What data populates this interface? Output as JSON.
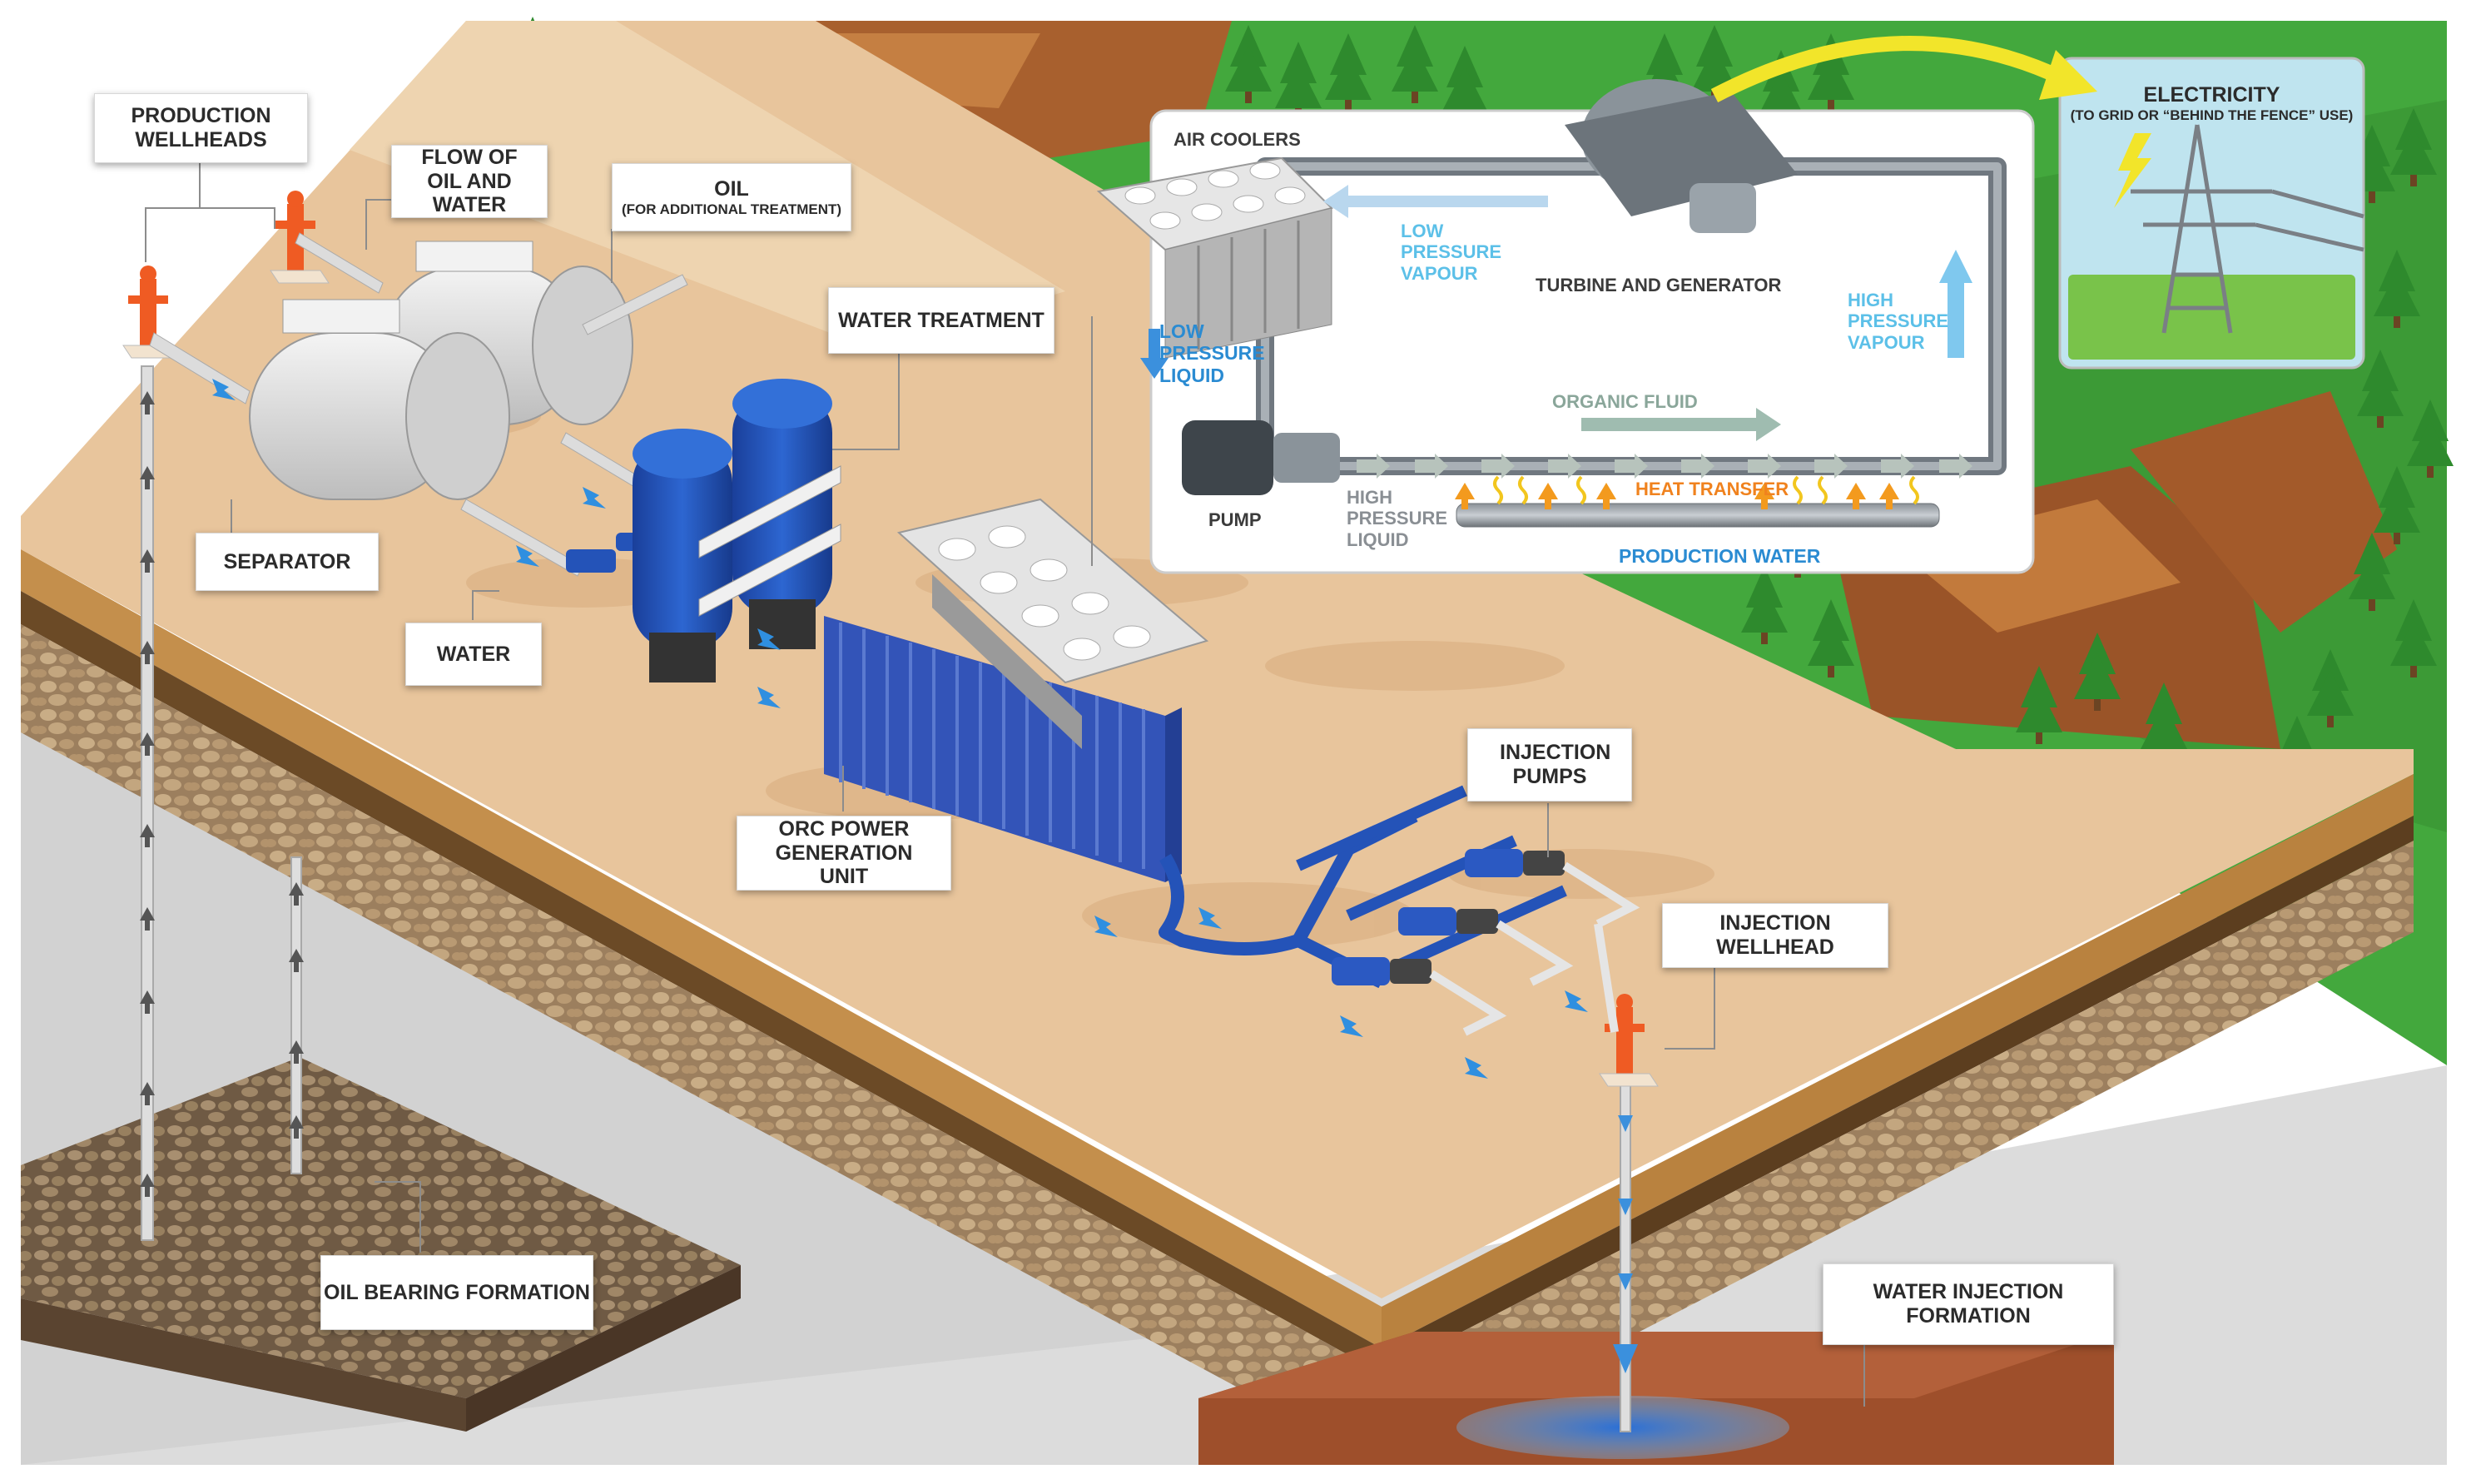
{
  "colors": {
    "soil": "#e9c9a2",
    "grass": "#3ea83a",
    "rock": "#a8602e",
    "equipment_blue": "#2453b8",
    "tank": "#e2e2e2",
    "wellhead": "#ef5b23",
    "heat_arrow": "#f39a1e",
    "flow_blue": "#2f8fe0",
    "electric_yellow": "#f2e52a"
  },
  "labels": {
    "production_wellheads": "PRODUCTION WELLHEADS",
    "flow_oil_water": "FLOW OF OIL AND WATER",
    "oil": "OIL",
    "oil_sub": "(FOR ADDITIONAL TREATMENT)",
    "water_treatment": "WATER TREATMENT",
    "separator": "SEPARATOR",
    "water": "WATER",
    "orc_unit": "ORC POWER GENERATION UNIT",
    "injection_pumps": "INJECTION PUMPS",
    "injection_wellhead": "INJECTION WELLHEAD",
    "oil_bearing_formation": "OIL BEARING FORMATION",
    "water_injection_formation": "WATER INJECTION FORMATION",
    "electricity": "ELECTRICITY",
    "electricity_sub": "(TO GRID OR “BEHIND THE FENCE” USE)"
  },
  "orc": {
    "air_coolers": "AIR COOLERS",
    "low_pressure_vapour": "LOW PRESSURE VAPOUR",
    "turbine_generator": "TURBINE AND GENERATOR",
    "high_pressure_vapour": "HIGH PRESSURE VAPOUR",
    "low_pressure_liquid": "LOW PRESSURE LIQUID",
    "organic_fluid": "ORGANIC FLUID",
    "pump": "PUMP",
    "high_pressure_liquid": "HIGH PRESSURE LIQUID",
    "heat_transfer": "HEAT TRANSFER",
    "production_water": "PRODUCTION WATER"
  },
  "icons": [
    "wellhead-icon",
    "separator-tank-icon",
    "water-treatment-vessel-icon",
    "orc-unit-icon",
    "injection-pump-icon",
    "air-cooler-icon",
    "turbine-generator-icon",
    "pump-icon",
    "transmission-tower-icon",
    "lightning-icon",
    "pine-tree-icon"
  ]
}
